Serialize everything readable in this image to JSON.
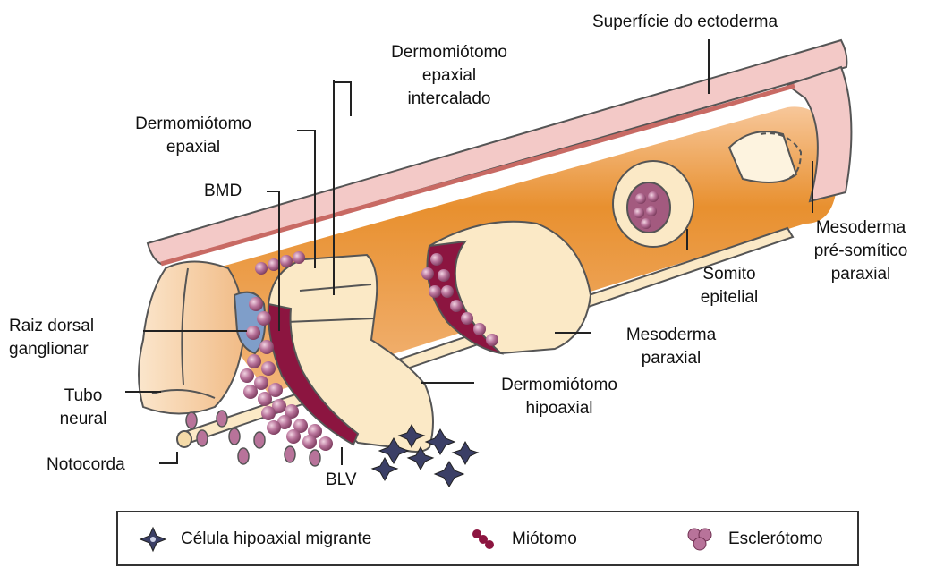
{
  "labels": {
    "superficie": "Superfície do ectoderma",
    "dermo_intercalado_1": "Dermomiótomo",
    "dermo_intercalado_2": "epaxial",
    "dermo_intercalado_3": "intercalado",
    "dermo_epaxial_1": "Dermomiótomo",
    "dermo_epaxial_2": "epaxial",
    "bmd": "BMD",
    "raiz_1": "Raiz dorsal",
    "raiz_2": "ganglionar",
    "tubo_1": "Tubo",
    "tubo_2": "neural",
    "notocorda": "Notocorda",
    "blv": "BLV",
    "hipoaxial_1": "Dermomiótomo",
    "hipoaxial_2": "hipoaxial",
    "mesoderma_1": "Mesoderma",
    "mesoderma_2": "paraxial",
    "somito_1": "Somito",
    "somito_2": "epitelial",
    "presomitico_1": "Mesoderma",
    "presomitico_2": "pré-somítico",
    "presomitico_3": "paraxial"
  },
  "legend": {
    "migrant": "Célula hipoaxial migrante",
    "myotome": "Miótomo",
    "sclerotome": "Esclerótomo"
  },
  "colors": {
    "ectoderm": "#f3c9c7",
    "orange": "#e8902f",
    "cream": "#fbe9c6",
    "myotome": "#8c1540",
    "sclerotome": "#a35a7f",
    "migrant": "#3b3f66"
  }
}
